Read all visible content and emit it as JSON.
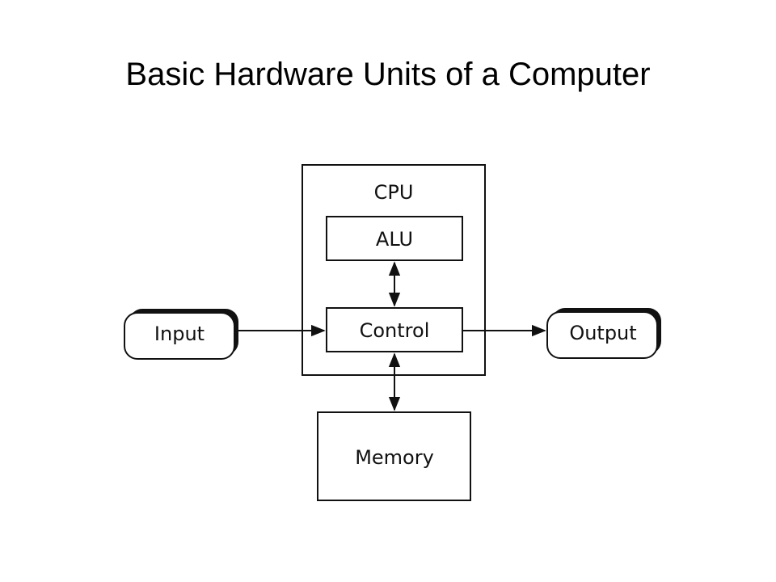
{
  "slide": {
    "title": "Basic Hardware Units of a Computer"
  },
  "diagram": {
    "cpu_label": "CPU",
    "alu_label": "ALU",
    "control_label": "Control",
    "input_label": "Input",
    "output_label": "Output",
    "memory_label": "Memory",
    "colors": {
      "stroke": "#111111",
      "background": "#ffffff"
    }
  }
}
